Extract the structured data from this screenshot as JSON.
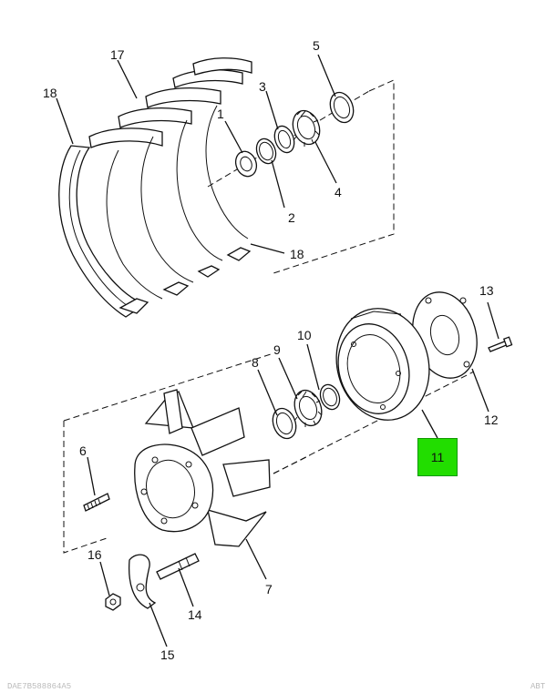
{
  "callouts": {
    "c1": "1",
    "c2": "2",
    "c3": "3",
    "c4": "4",
    "c5": "5",
    "c6": "6",
    "c7": "7",
    "c8": "8",
    "c9": "9",
    "c10": "10",
    "c11": "11",
    "c12": "12",
    "c13": "13",
    "c14": "14",
    "c15": "15",
    "c16": "16",
    "c17": "17",
    "c18a": "18",
    "c18b": "18"
  },
  "highlight_color": "#22dd00",
  "footer": {
    "left": "DAE7B588864A5",
    "right": "ABT"
  }
}
